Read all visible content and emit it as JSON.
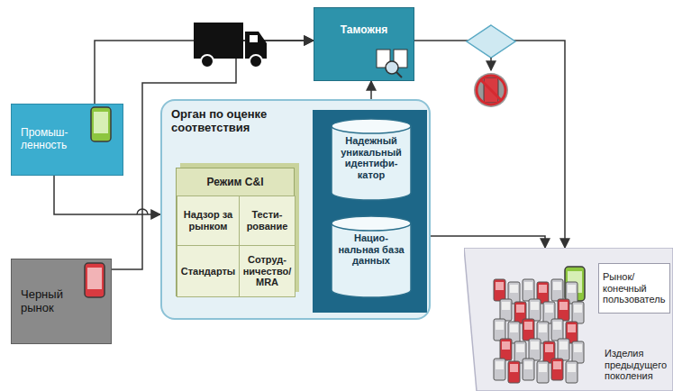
{
  "diagram": {
    "nodes": [
      {
        "text": [
          "Промыш- ленность"
        ]
      },
      {
        "text": [
          "Черный рынок"
        ]
      },
      {
        "text": [
          "Таможня"
        ]
      },
      {
        "text": [
          "Орган по оценке соответствия"
        ]
      },
      {
        "text": [
          "Режим C&I"
        ],
        "in": 3
      },
      {
        "text": [
          "Надзор за рынком"
        ],
        "in": 4
      },
      {
        "text": [
          "Тести- рование"
        ],
        "in": 4
      },
      {
        "text": [
          "Стандарты"
        ],
        "in": 4
      },
      {
        "text": [
          "Сотруд- ничество/ MRA"
        ],
        "in": 4
      },
      {
        "text": [
          "Надежный уникальный идентифи- катор"
        ],
        "in": 3
      },
      {
        "text": [
          "Нацио- нальная база данных"
        ],
        "in": 3
      },
      {
        "text": [
          "Изделия предыдущего поколения"
        ]
      },
      {
        "text": [
          "Рынок/ конечный пользователь"
        ],
        "in": 11
      }
    ],
    "edges": [
      {
        "from": 0,
        "to": 2,
        "arrow": "to"
      },
      {
        "from": 1,
        "to": 2,
        "arrow": "to"
      },
      {
        "from": 0,
        "to": 3,
        "arrow": "to"
      },
      {
        "from": 2,
        "to": 9,
        "arrow": "both"
      },
      {
        "from": 2,
        "to": 11,
        "arrow": "to"
      },
      {
        "from": 10,
        "to": 11,
        "arrow": "both"
      }
    ]
  }
}
